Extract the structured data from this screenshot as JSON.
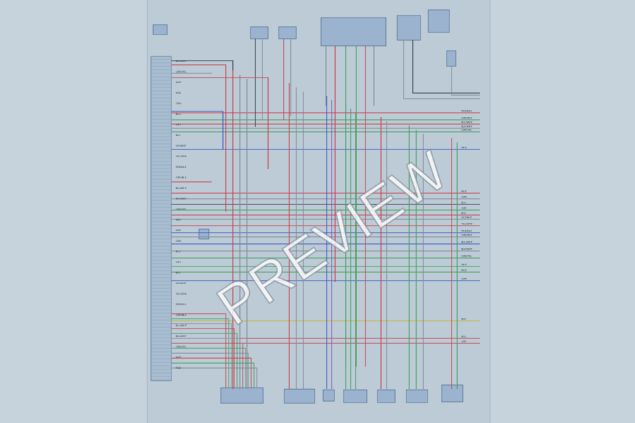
{
  "watermark": "PREVIEW",
  "colors": {
    "page_bg": "#c6d2dc",
    "sheet_bg": "#bccbd6",
    "wire_red": "#c8414e",
    "wire_green": "#3fa05a",
    "wire_blue": "#3a57c4",
    "wire_gray": "#7f8b95",
    "wire_black": "#333b44",
    "wire_purple": "#8a55b5",
    "wire_yellow": "#c7b33a",
    "connector_fill": "#9bb3cf",
    "connector_stroke": "#54708f"
  },
  "wire_labels": [
    "RED/BLK",
    "GRN/BLK",
    "BLU/WHT",
    "BLK/WHT",
    "GRN/YEL",
    "WHT",
    "RED",
    "GRN",
    "BLU",
    "GRY",
    "BLK",
    "VIO/WHT",
    "YEL/GRN"
  ]
}
